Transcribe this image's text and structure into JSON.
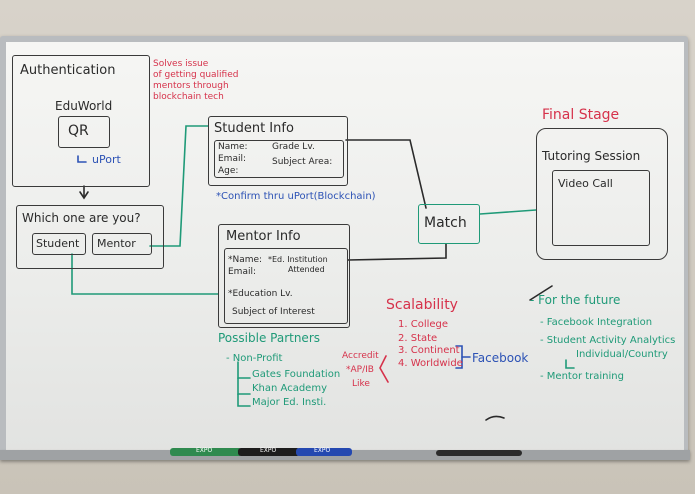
{
  "auth": {
    "title": "Authentication",
    "brand": "EduWorld",
    "qr": "QR",
    "uport": "uPort"
  },
  "note_red": [
    "Solves issue",
    "of getting qualified",
    "mentors through",
    "blockchain tech"
  ],
  "who": {
    "title": "Which one are you?",
    "student": "Student",
    "mentor": "Mentor"
  },
  "student_info": {
    "title": "Student Info",
    "name": "Name:",
    "email": "Email:",
    "age": "Age:",
    "grade": "Grade Lv.",
    "subject": "Subject Area:"
  },
  "confirm": "*Confirm thru uPort(Blockchain)",
  "mentor_info": {
    "title": "Mentor Info",
    "name": "*Name:",
    "email": "Email:",
    "institution": [
      "*Ed. Institution",
      "Attended"
    ],
    "education": "*Education Lv.",
    "subject": "Subject of Interest"
  },
  "match": "Match",
  "final": {
    "label": "Final Stage",
    "session": "Tutoring Session",
    "video": "Video Call"
  },
  "partners": {
    "title": "Possible Partners",
    "items": [
      "- Non-Profit",
      "Gates Foundation",
      "Khan Academy",
      "Major Ed. Insti."
    ]
  },
  "scalability": {
    "title": "Scalability",
    "items": [
      "1. College",
      "2. State",
      "3. Continent",
      "4. Worldwide"
    ],
    "facebook": "Facebook",
    "accredit": "Accredit",
    "ap": "*AP/IB",
    "like": "Like"
  },
  "future": {
    "title": "- For the future",
    "items": [
      "- Facebook Integration",
      "- Student Activity Analytics",
      "Individual/Country",
      "- Mentor training"
    ]
  },
  "markers": [
    {
      "label": "EXPO",
      "color": "#2f8a4f"
    },
    {
      "label": "EXPO",
      "color": "#1d1d1d"
    },
    {
      "label": "EXPO",
      "color": "#2448b0"
    }
  ]
}
